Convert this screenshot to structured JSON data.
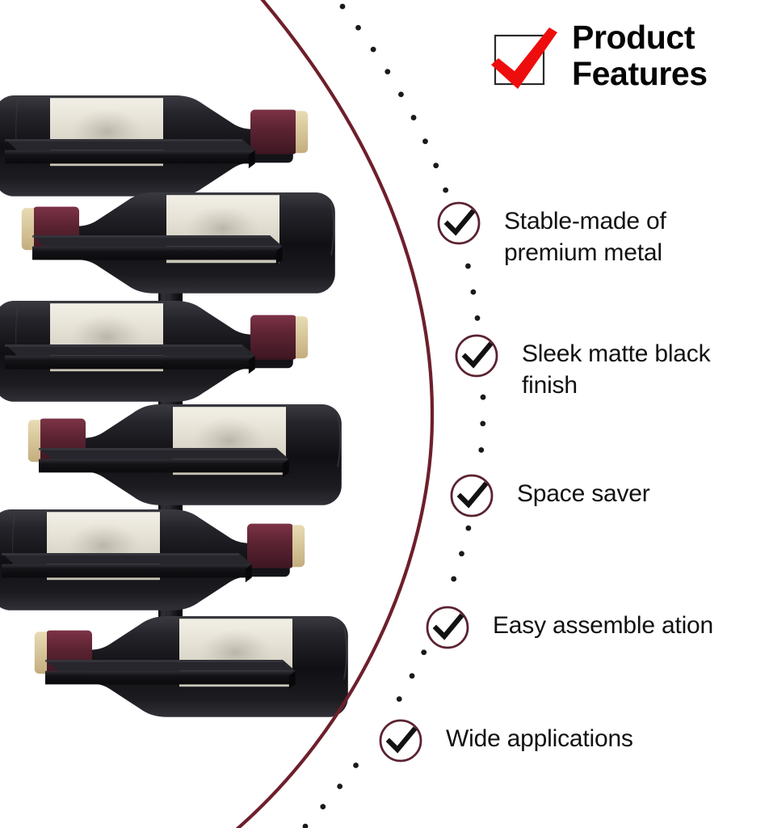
{
  "background_color": "#ffffff",
  "header": {
    "icon": "checkbox-with-red-checkmark-icon",
    "title": "Product\nFeatures",
    "title_color": "#050505",
    "checkmark_color": "#ee0d0d",
    "checkbox_border_color": "#2b2b2b"
  },
  "divider": {
    "solid_curve_color": "#6e1f2c",
    "dotted_curve_color": "#1a1a1a",
    "dot_count": 34
  },
  "features": {
    "circle_color": "#5b2230",
    "check_color": "#121212",
    "text_color": "#111111",
    "items": [
      {
        "label": "Stable-made of\npremium metal",
        "icon": "check-circle-icon"
      },
      {
        "label": "Sleek matte black\nfinish",
        "icon": "check-circle-icon"
      },
      {
        "label": "Space saver",
        "icon": "check-circle-icon"
      },
      {
        "label": "Easy assemble ation",
        "icon": "check-circle-icon"
      },
      {
        "label": "Wide applications",
        "icon": "check-circle-icon"
      }
    ]
  },
  "product": {
    "name": "wall-mounted-wine-rack",
    "shelf_count": 6,
    "bottle_count": 6,
    "frame_color": "#141414",
    "bottle_body_color": "#16161a",
    "bottle_label_color": "#e3dfd2",
    "capsule_color": "#5e2433",
    "cork_color": "#d9c89a",
    "bottles": [
      {
        "shelf": 1,
        "neck_direction": "right"
      },
      {
        "shelf": 2,
        "neck_direction": "left"
      },
      {
        "shelf": 3,
        "neck_direction": "right"
      },
      {
        "shelf": 4,
        "neck_direction": "left"
      },
      {
        "shelf": 5,
        "neck_direction": "right"
      },
      {
        "shelf": 6,
        "neck_direction": "left"
      }
    ]
  }
}
